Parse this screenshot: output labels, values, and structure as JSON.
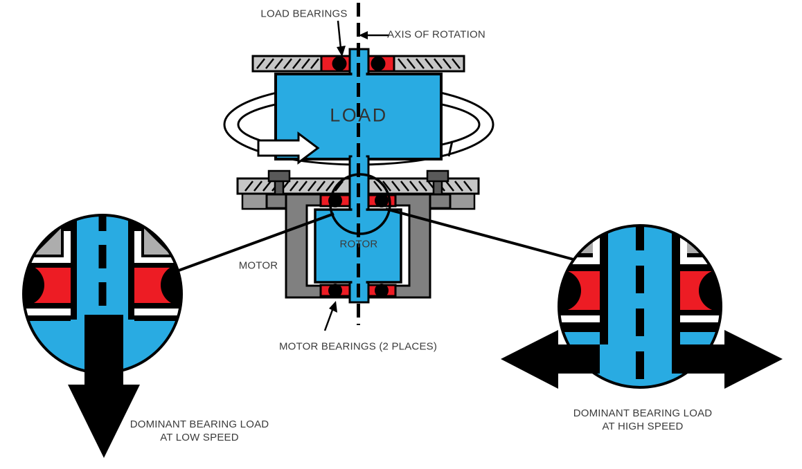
{
  "diagram": {
    "type": "technical-illustration",
    "subject": "Vertical motor bearing load diagram",
    "labels": {
      "load_bearings": "LOAD BEARINGS",
      "axis_of_rotation": "AXIS OF ROTATION",
      "load": "LOAD",
      "motor": "MOTOR",
      "rotor": "ROTOR",
      "motor_bearings": "MOTOR BEARINGS (2 PLACES)"
    },
    "captions": {
      "low_speed_line1": "DOMINANT BEARING LOAD",
      "low_speed_line2": "AT LOW SPEED",
      "high_speed_line1": "DOMINANT BEARING LOAD",
      "high_speed_line2": "AT HIGH SPEED"
    },
    "colors": {
      "blue": "#29ABE2",
      "red": "#ED1C24",
      "plate_gray": "#C6C6C6",
      "light_gray": "#9A9A9A",
      "housing_gray": "#808080",
      "bolt_gray": "#595959",
      "detail_gray": "#ADADAD",
      "ink": "#000000",
      "text": "#3B3B3B",
      "background": "#FFFFFF"
    }
  }
}
